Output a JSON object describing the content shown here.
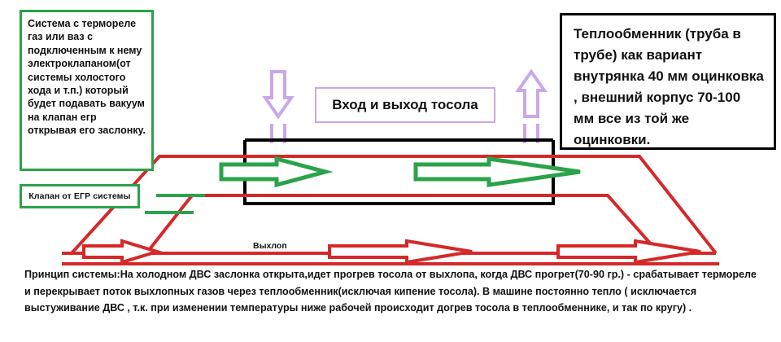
{
  "notes": {
    "thermorelay": "Система с термореле газ или ваз с подключенным к нему электроклапаном(от системы холостого хода и т.п.) который будет подавать вакуум на клапан егр открывая его заслонку.",
    "egr_valve": "Клапан от ЕГР системы",
    "heat_exchanger": "Теплообменник (труба в трубе) как вариант внутрянка 40 мм оцинковка , внешний корпус 70-100 мм все из той же оцинковки.",
    "coolant_flow": "Вход и выход тосола"
  },
  "labels": {
    "exhaust": "Выхлоп"
  },
  "principle": {
    "text": "Принцип системы:На холодном ДВС заслонка открыта,идет прогрев тосола  от выхлопа, когда ДВС прогрет(70-90 гр.) - срабатывает термореле и перекрывает поток выхлопных газов через теплообменник(исключая кипение тосола). В машине постоянно тепло ( исключается выстуживание ДВС , т.к. при изменении температуры ниже рабочей происходит догрев тосола в теплообменнике, и так по кругу) ."
  },
  "colors": {
    "red": "#d62828",
    "green": "#2aa34a",
    "purple": "#c9a8e8",
    "black": "#000000",
    "text": "#111111"
  },
  "arrows": {
    "coolant_in_direction": "down",
    "coolant_out_direction": "up",
    "coolant_arrows_count": 2,
    "green_flow_arrows_count": 2,
    "red_exhaust_arrows_count": 3
  }
}
